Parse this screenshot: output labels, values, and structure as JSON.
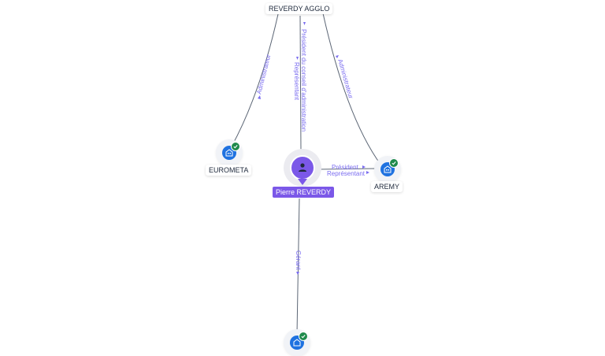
{
  "nodes": {
    "reverdy_agglo": "REVERDY AGGLO",
    "eurometa": "EUROMETA",
    "aremy": "AREMY",
    "pierre_reverdy": "Pierre REVERDY"
  },
  "edges": {
    "agglo_to_eurometa": "Administrateur",
    "agglo_to_aremy": "Administrateur",
    "president_conseil": "Président du conseil d'administration",
    "representant_1": "Représentant",
    "president": "Président",
    "representant_2": "Représentant",
    "gerant": "Gérant"
  },
  "colors": {
    "person": "#7b58e8",
    "company": "#1f72e0",
    "verified": "#1f8a4c",
    "edge_label": "#7a6cf0"
  },
  "icons": {
    "company": "building-icon",
    "verified": "check-icon",
    "person": "user-icon"
  }
}
